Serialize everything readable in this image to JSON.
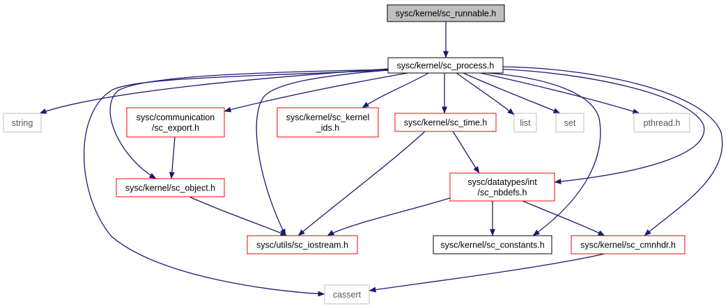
{
  "diagram": {
    "colors": {
      "edge": "#191970",
      "border_root": "#000000",
      "fill_root": "#bfbfbf",
      "border_normal": "#000000",
      "border_red": "#ff0000",
      "border_gray": "#bfbfbf",
      "fill_default": "#ffffff"
    },
    "nodes": [
      {
        "id": "runnable",
        "lines": [
          "sysc/kernel/sc_runnable.h"
        ],
        "style": "root"
      },
      {
        "id": "process",
        "lines": [
          "sysc/kernel/sc_process.h"
        ],
        "style": "normal"
      },
      {
        "id": "string",
        "lines": [
          "string"
        ],
        "style": "gray"
      },
      {
        "id": "export",
        "lines": [
          "sysc/communication",
          "/sc_export.h"
        ],
        "style": "red"
      },
      {
        "id": "kernel_ids",
        "lines": [
          "sysc/kernel/sc_kernel",
          "_ids.h"
        ],
        "style": "red"
      },
      {
        "id": "time",
        "lines": [
          "sysc/kernel/sc_time.h"
        ],
        "style": "red"
      },
      {
        "id": "list",
        "lines": [
          "list"
        ],
        "style": "gray"
      },
      {
        "id": "set",
        "lines": [
          "set"
        ],
        "style": "gray"
      },
      {
        "id": "pthread",
        "lines": [
          "pthread.h"
        ],
        "style": "gray"
      },
      {
        "id": "object",
        "lines": [
          "sysc/kernel/sc_object.h"
        ],
        "style": "red"
      },
      {
        "id": "nbdefs",
        "lines": [
          "sysc/datatypes/int",
          "/sc_nbdefs.h"
        ],
        "style": "red"
      },
      {
        "id": "iostream",
        "lines": [
          "sysc/utils/sc_iostream.h"
        ],
        "style": "red"
      },
      {
        "id": "constants",
        "lines": [
          "sysc/kernel/sc_constants.h"
        ],
        "style": "normal"
      },
      {
        "id": "cmnhdr",
        "lines": [
          "sysc/kernel/sc_cmnhdr.h"
        ],
        "style": "red"
      },
      {
        "id": "cassert",
        "lines": [
          "cassert"
        ],
        "style": "gray"
      }
    ],
    "edges": [
      {
        "from": "runnable",
        "to": "process"
      },
      {
        "from": "process",
        "to": "string"
      },
      {
        "from": "process",
        "to": "cassert"
      },
      {
        "from": "process",
        "to": "object"
      },
      {
        "from": "process",
        "to": "iostream"
      },
      {
        "from": "process",
        "to": "export"
      },
      {
        "from": "process",
        "to": "kernel_ids"
      },
      {
        "from": "process",
        "to": "time"
      },
      {
        "from": "process",
        "to": "list"
      },
      {
        "from": "process",
        "to": "set"
      },
      {
        "from": "process",
        "to": "pthread"
      },
      {
        "from": "process",
        "to": "constants"
      },
      {
        "from": "process",
        "to": "nbdefs"
      },
      {
        "from": "process",
        "to": "cmnhdr"
      },
      {
        "from": "export",
        "to": "object"
      },
      {
        "from": "time",
        "to": "iostream"
      },
      {
        "from": "time",
        "to": "nbdefs"
      },
      {
        "from": "object",
        "to": "iostream"
      },
      {
        "from": "nbdefs",
        "to": "iostream"
      },
      {
        "from": "nbdefs",
        "to": "constants"
      },
      {
        "from": "nbdefs",
        "to": "cmnhdr"
      },
      {
        "from": "cmnhdr",
        "to": "cassert"
      }
    ]
  }
}
